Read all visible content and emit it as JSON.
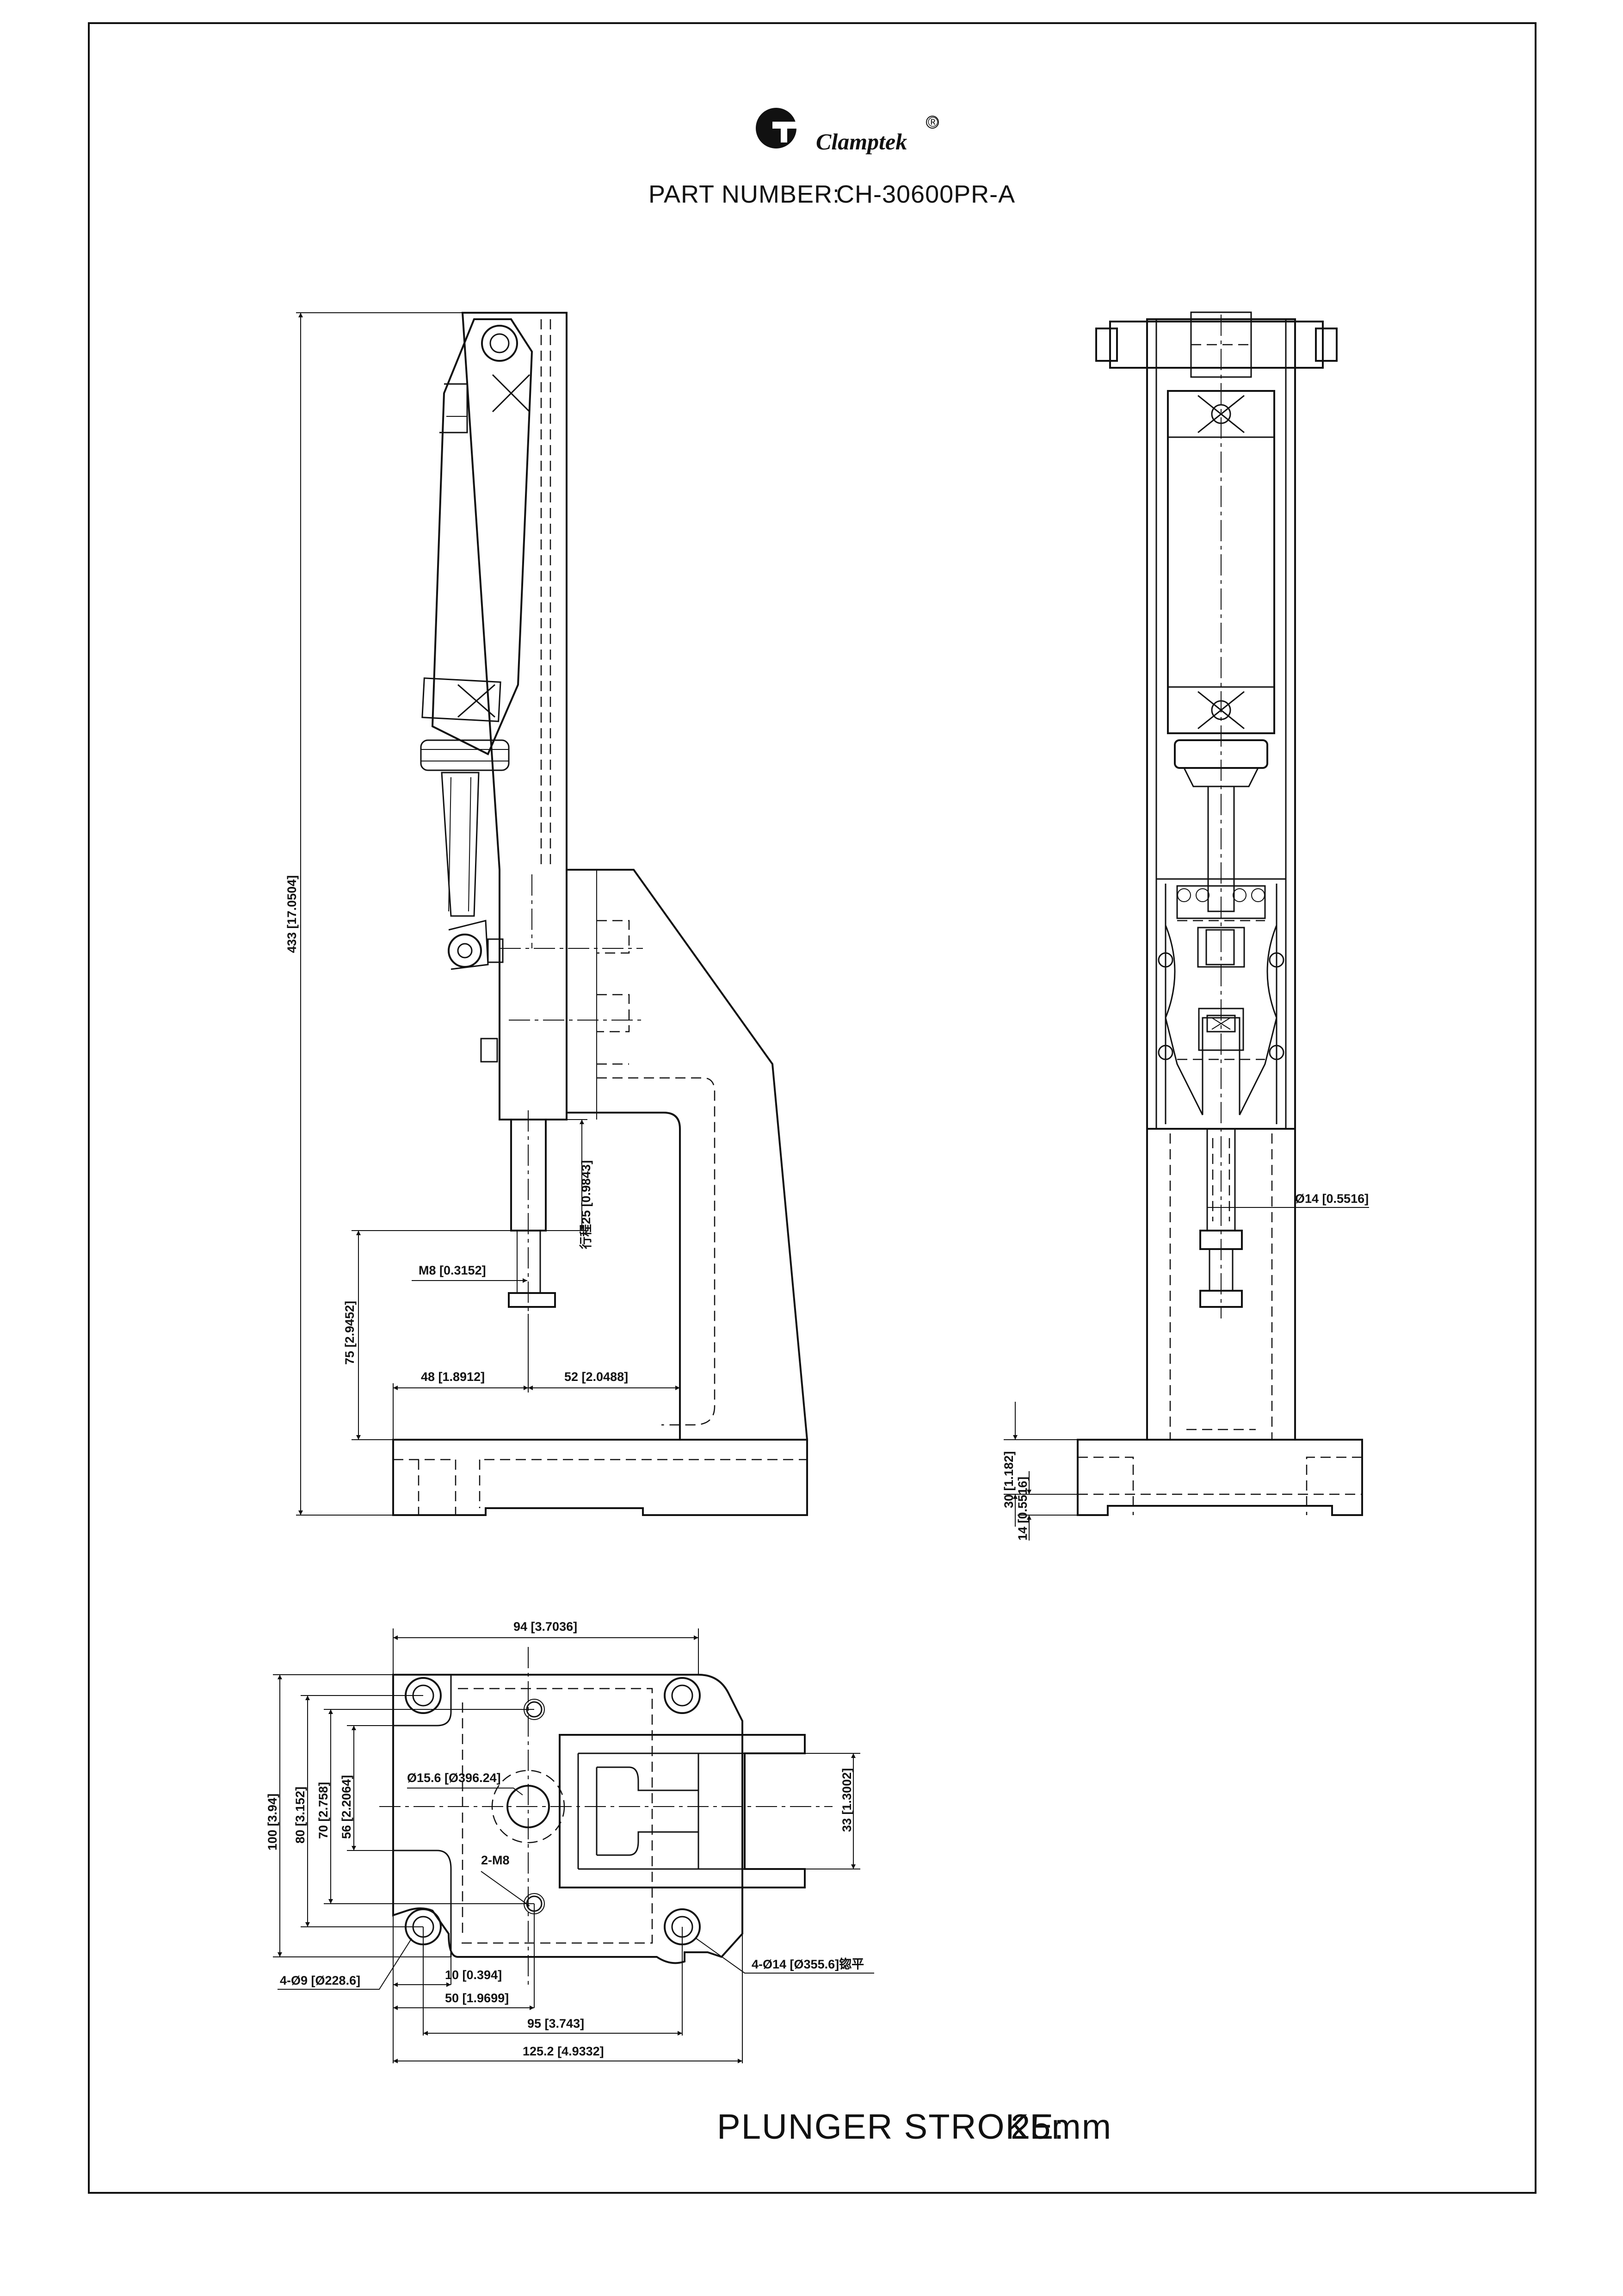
{
  "brand": {
    "name": "Clamptek",
    "registered_mark": "®"
  },
  "header": {
    "part_label": "PART NUMBER:",
    "part_number": "CH-30600PR-A"
  },
  "footer": {
    "stroke_label": "PLUNGER STROKE:",
    "stroke_value": "25mm"
  },
  "side_view": {
    "overall_height": "433 [17.0504]",
    "stroke_dim": "行程25 [0.9843]",
    "thread": "M8 [0.3152]",
    "throat_height": "75 [2.9452]",
    "reach_left": "48 [1.8912]",
    "reach_right": "52 [2.0488]"
  },
  "front_view": {
    "plunger_dia": "Ø14 [0.5516]",
    "base_height": "30 [1.182]",
    "flange_height": "14 [0.5516]"
  },
  "top_view": {
    "width_top": "94 [3.7036]",
    "height_100": "100 [3.94]",
    "height_80": "80 [3.152]",
    "height_70": "70 [2.758]",
    "height_56": "56 [2.2064]",
    "bore": "Ø15.6 [Ø396.24]",
    "tapped": "2-M8",
    "slot": "33 [1.3002]",
    "holes_small": "4-Ø9 [Ø228.6]",
    "holes_large": "4-Ø14 [Ø355.6]锪平",
    "offset_10": "10 [0.394]",
    "offset_50": "50 [1.9699]",
    "offset_95": "95 [3.743]",
    "overall_length": "125.2 [4.9332]"
  }
}
